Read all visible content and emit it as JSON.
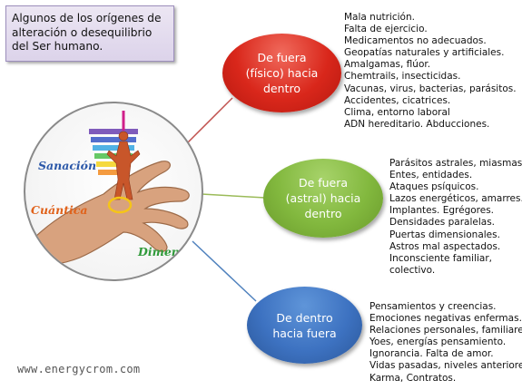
{
  "title_box": {
    "text": "Algunos de los orígenes de alteración o desequilibrio del Ser humano."
  },
  "nodes": {
    "fisico": {
      "label_lines": [
        "De fuera",
        "(físico) hacia",
        "dentro"
      ],
      "color": "#d9271b",
      "items": [
        "Mala nutrición.",
        "Falta de ejercicio.",
        "Medicamentos no adecuados.",
        "Geopatías naturales y artificiales.",
        "Amalgamas, flúor.",
        "Chemtrails, insecticidas.",
        "Vacunas, virus, bacterias, parásitos.",
        "Accidentes, cicatrices.",
        "Clima, entorno laboral",
        "ADN hereditario. Abducciones."
      ]
    },
    "astral": {
      "label_lines": [
        "De fuera",
        "(astral) hacia",
        "dentro"
      ],
      "color": "#82b83e",
      "items": [
        "Parásitos astrales, miasmas.",
        "Entes, entidades.",
        "Ataques psíquicos.",
        "Lazos energéticos, amarres.",
        "Implantes. Egrégores.",
        "Densidades paralelas.",
        "Puertas dimensionales.",
        "Astros mal aspectados.",
        "Inconsciente familiar,",
        "colectivo."
      ]
    },
    "interno": {
      "label_lines": [
        "De dentro",
        "hacia fuera"
      ],
      "color": "#3d72c1",
      "items": [
        "Pensamientos y creencias.",
        "Emociones negativas enfermas.",
        "Relaciones personales, familiares.",
        "Yoes, energías pensamiento.",
        "Ignorancia. Falta de amor.",
        "Vidas pasadas, niveles anteriores.",
        "Karma, Contratos."
      ]
    }
  },
  "center_image": {
    "words": {
      "sanacion": "Sanación",
      "cuantica": "Cuántica",
      "dimensional": "Dimensional"
    },
    "colors": {
      "sanacion": "#2a57a8",
      "cuantica": "#e0621b",
      "dimensional": "#2f9a3a"
    }
  },
  "footer": {
    "website": "www.energycrom.com"
  }
}
